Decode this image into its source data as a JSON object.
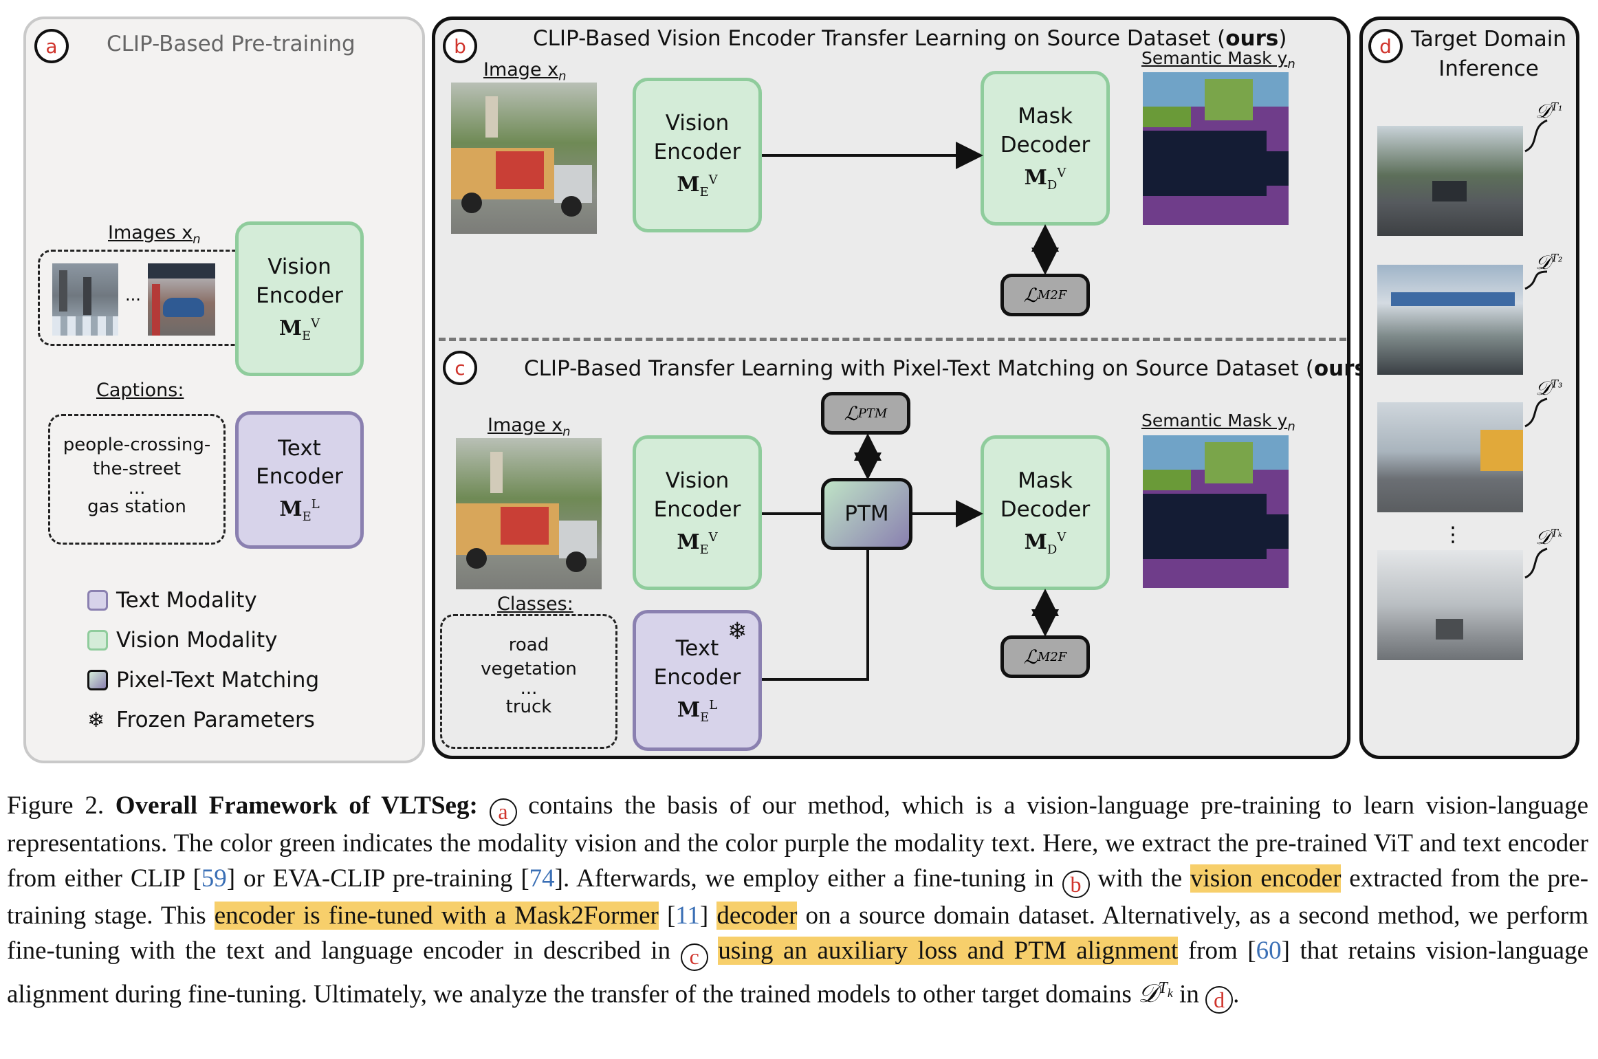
{
  "panel_a": {
    "badge": "a",
    "title": "CLIP-Based Pre-training",
    "images_label": "Images x",
    "images_sub": "n",
    "ellipsis": "...",
    "vision_encoder": "Vision Encoder",
    "vision_symbol": "M",
    "vision_sub": "E",
    "vision_sup": "V",
    "captions_label": "Captions:",
    "caption_lines": [
      "people-crossing-",
      "the-street",
      "...",
      "gas station"
    ],
    "text_encoder": "Text Encoder",
    "text_symbol": "M",
    "text_sub": "E",
    "text_sup": "L",
    "legend": [
      "Text Modality",
      "Vision Modality",
      "Pixel-Text Matching",
      "Frozen Parameters"
    ]
  },
  "panel_b": {
    "badge": "b",
    "title": "CLIP-Based  Vision Encoder Transfer Learning on Source Dataset (",
    "title_bold": "ours",
    "title_end": ")",
    "image_label": "Image x",
    "image_sub": "n",
    "vision_encoder": "Vision Encoder",
    "mask_decoder": "Mask Decoder",
    "decoder_sub": "D",
    "semantic_label": "Semantic Mask y",
    "semantic_sub": "n",
    "loss": "ℒ",
    "loss_sub": "M2F"
  },
  "panel_c": {
    "badge": "c",
    "title": "CLIP-Based Transfer Learning with Pixel-Text Matching on Source Dataset (",
    "title_bold": "ours",
    "title_end": ")",
    "image_label": "Image x",
    "image_sub": "n",
    "classes_label": "Classes:",
    "class_lines": [
      "road",
      "vegetation",
      "...",
      "truck"
    ],
    "vision_encoder": "Vision Encoder",
    "text_encoder": "Text Encoder",
    "ptm": "PTM",
    "loss_ptm": "ℒ",
    "loss_ptm_sub": "PTM",
    "mask_decoder": "Mask Decoder",
    "semantic_label": "Semantic Mask y",
    "semantic_sub": "n",
    "loss": "ℒ",
    "loss_sub": "M2F",
    "snowflake": "❄"
  },
  "panel_d": {
    "badge": "d",
    "title_line1": "Target Domain",
    "title_line2": "Inference",
    "domains": [
      "T₁",
      "T₂",
      "T₃",
      "Tₖ"
    ],
    "domain_symbol": "𝒟",
    "vdots": "⋮"
  },
  "caption": {
    "fig": "Figure 2.",
    "bold": "Overall Framework of VLTSeg:",
    "p1": "contains the basis of our method, which is a vision-language pre-training to learn vision-language representations.  The color green indicates the modality vision and the color purple the modality text.  Here, we extract the pre-trained ViT and text encoder from either CLIP [",
    "r59": "59",
    "p2": "] or EVA-CLIP pre-training [",
    "r74": "74",
    "p3": "]. Afterwards, we employ either a fine-tuning in",
    "p4": "with the",
    "h1": "vision encoder",
    "p5": "extracted from the pre-training stage.  This",
    "h2": "encoder is fine-tuned with a Mask2Former",
    "r11": "11",
    "h3": "decoder",
    "p6": "on a source domain dataset. Alternatively, as a second method, we perform fine-tuning with the text and language encoder in described in",
    "h4": "using an auxiliary loss and PTM alignment",
    "p7": "from [",
    "r60": "60",
    "p8": "] that retains vision-language alignment during fine-tuning. Ultimately, we analyze the transfer of the trained models to other target domains",
    "p9": "in",
    "p10": ".",
    "ba": "a",
    "bb": "b",
    "bc": "c",
    "bd": "d"
  },
  "colors": {
    "vision": "#d4ecd8",
    "text": "#d7d3ea",
    "highlight": "#f7cf6b",
    "badge_letter": "#d0342c",
    "ref": "#3a6fb5"
  }
}
